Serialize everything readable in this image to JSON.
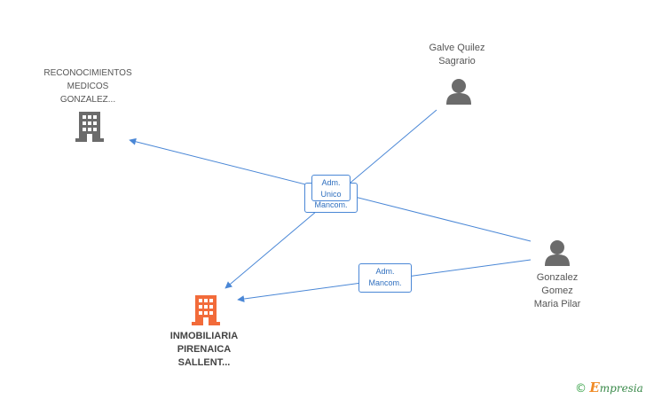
{
  "nodes": {
    "reconocimientos": {
      "label": "RECONOCIMIENTOS\nMEDICOS\nGONZALEZ...",
      "type": "company",
      "color": "#6b6b6b"
    },
    "galve": {
      "label": "Galve Quilez\nSagrario",
      "type": "person",
      "color": "#6b6b6b"
    },
    "gonzalez": {
      "label": "Gonzalez\nGomez\nMaria Pilar",
      "type": "person",
      "color": "#6b6b6b"
    },
    "inmobiliaria": {
      "label": "INMOBILIARIA\nPIRENAICA\nSALLENT...",
      "type": "company",
      "color": "#f26b3a"
    }
  },
  "edges": {
    "stacked_back": "Mancom.",
    "stacked_front": "Adm.\nUnico",
    "lower": "Adm.\nMancom."
  },
  "edge_color": "#4a87d6",
  "footer": {
    "copyright": "©",
    "brand_initial": "E",
    "brand_rest": "mpresia"
  }
}
